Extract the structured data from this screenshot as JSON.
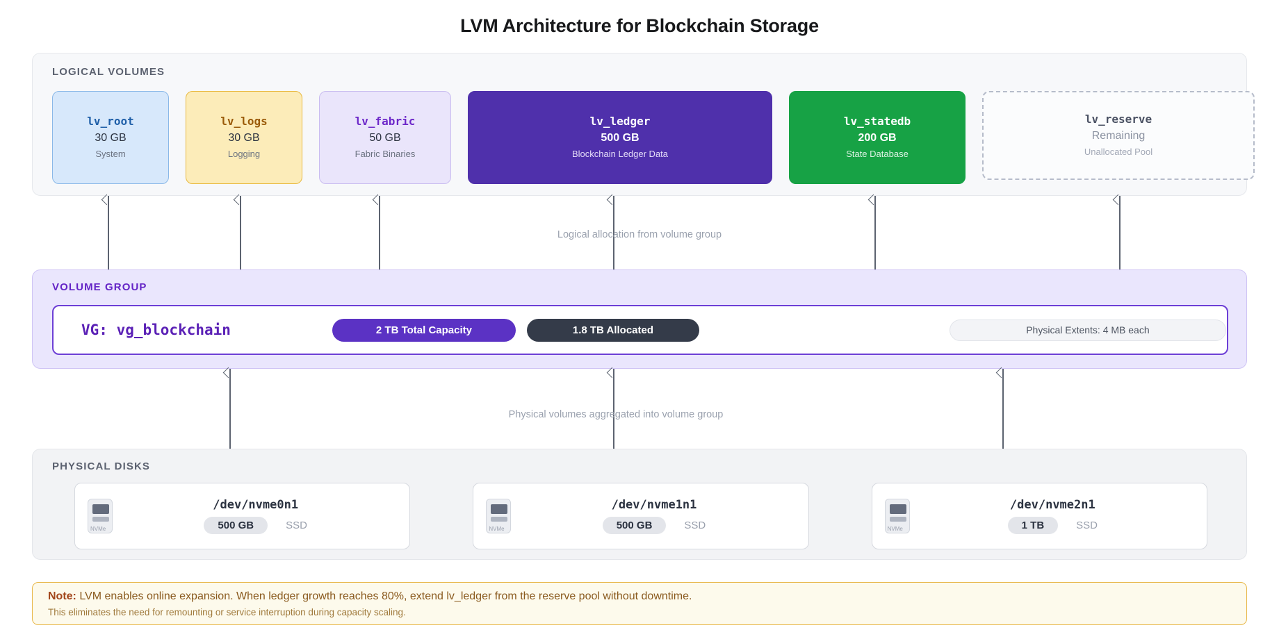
{
  "title": "LVM Architecture for Blockchain Storage",
  "logical_volumes": {
    "label": "LOGICAL VOLUMES",
    "items": [
      {
        "name": "lv_root",
        "size": "30 GB",
        "desc": "System",
        "color": "#d7e8fb"
      },
      {
        "name": "lv_logs",
        "size": "30 GB",
        "desc": "Logging",
        "color": "#fcecb9"
      },
      {
        "name": "lv_fabric",
        "size": "50 GB",
        "desc": "Fabric Binaries",
        "color": "#eae5fb"
      },
      {
        "name": "lv_ledger",
        "size": "500 GB",
        "desc": "Blockchain Ledger Data",
        "color": "#4f30ab"
      },
      {
        "name": "lv_statedb",
        "size": "200 GB",
        "desc": "State Database",
        "color": "#17a245"
      },
      {
        "name": "lv_reserve",
        "size": "Remaining",
        "desc": "Unallocated Pool",
        "color": "#fbfcfd"
      }
    ]
  },
  "connector_lv_to_vg": "Logical allocation from volume group",
  "volume_group": {
    "label": "VOLUME GROUP",
    "name": "VG: vg_blockchain",
    "total_capacity": "2 TB Total Capacity",
    "allocated": "1.8 TB Allocated",
    "extents": "Physical Extents: 4 MB each",
    "accent": "#6d3fd6"
  },
  "connector_pd_to_vg": "Physical volumes aggregated into volume group",
  "physical_disks": {
    "label": "PHYSICAL DISKS",
    "items": [
      {
        "name": "/dev/nvme0n1",
        "size": "500 GB",
        "type": "SSD",
        "icon_label": "NVMe"
      },
      {
        "name": "/dev/nvme1n1",
        "size": "500 GB",
        "type": "SSD",
        "icon_label": "NVMe"
      },
      {
        "name": "/dev/nvme2n1",
        "size": "1 TB",
        "type": "SSD",
        "icon_label": "NVMe"
      }
    ]
  },
  "note": {
    "prefix": "Note:",
    "line1": "LVM enables online expansion. When ledger growth reaches 80%, extend lv_ledger from the reserve pool without downtime.",
    "line2": "This eliminates the need for remounting or service interruption during capacity scaling.",
    "accent": "#e8b84b"
  }
}
